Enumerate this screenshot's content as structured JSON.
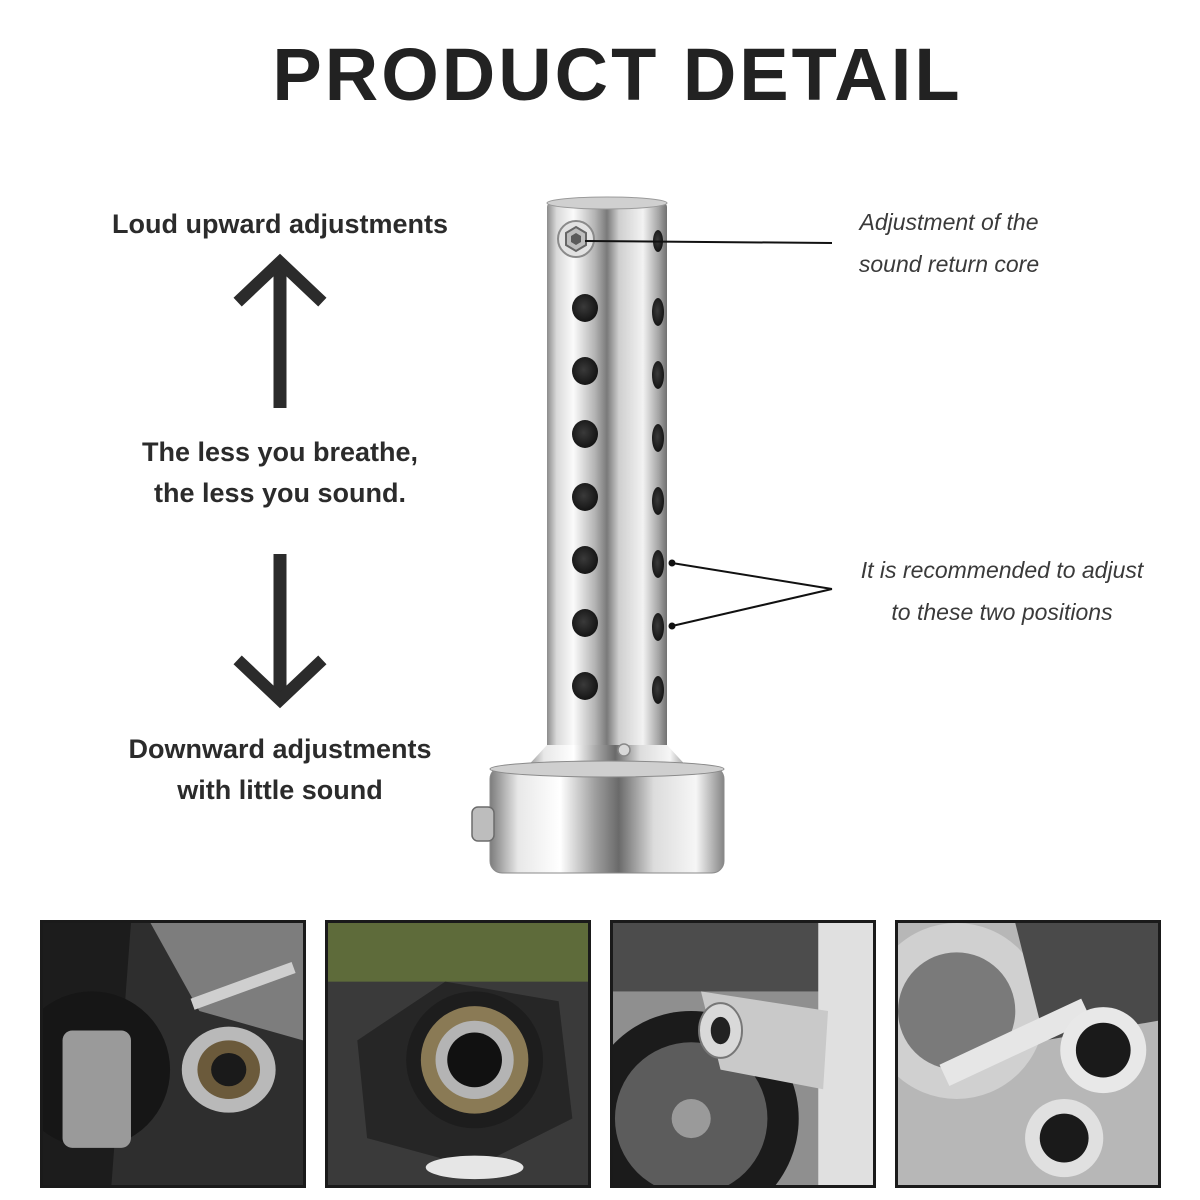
{
  "header": {
    "title": "PRODUCT DETAIL"
  },
  "left": {
    "loud_label": "Loud upward adjustments",
    "breathe_line1": "The less you breathe,",
    "breathe_line2": "the less you sound.",
    "downward_line1": "Downward adjustments",
    "downward_line2": "with little sound"
  },
  "callouts": {
    "core_line1": "Adjustment of the",
    "core_line2": "sound return core",
    "positions_line1": "It is recommended to adjust",
    "positions_line2": "to these two positions"
  },
  "icons": {
    "up": "arrow-up-icon",
    "down": "arrow-down-icon"
  },
  "colors": {
    "text": "#2b2b2b",
    "chrome_light": "#f4f4f4",
    "chrome_dark": "#6e6e6e"
  }
}
